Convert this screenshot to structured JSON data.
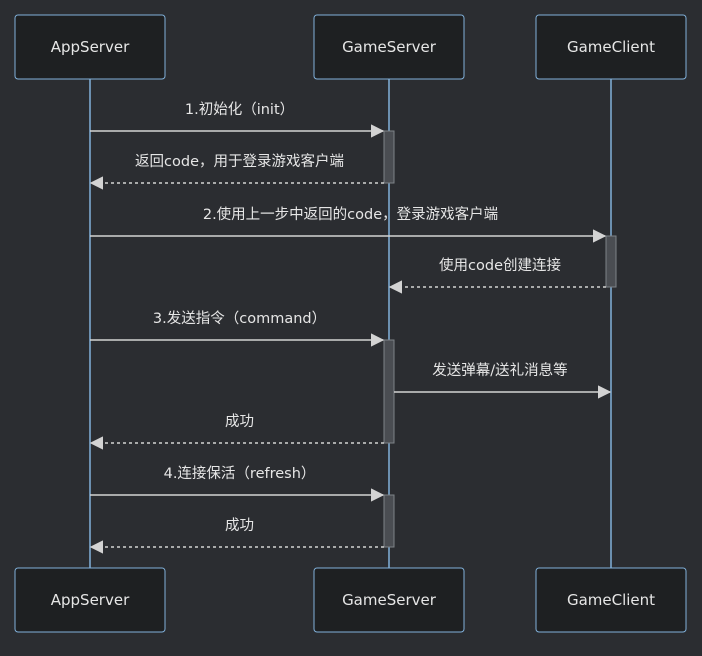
{
  "participants": [
    {
      "id": "app",
      "label": "AppServer"
    },
    {
      "id": "game",
      "label": "GameServer"
    },
    {
      "id": "client",
      "label": "GameClient"
    }
  ],
  "messages": [
    {
      "from": "app",
      "to": "game",
      "style": "solid",
      "label": "1.初始化（init）"
    },
    {
      "from": "game",
      "to": "app",
      "style": "dashed",
      "label": "返回code，用于登录游戏客户端"
    },
    {
      "from": "app",
      "to": "client",
      "style": "solid",
      "label": "2.使用上一步中返回的code，登录游戏客户端"
    },
    {
      "from": "client",
      "to": "game",
      "style": "dashed",
      "label": "使用code创建连接"
    },
    {
      "from": "app",
      "to": "game",
      "style": "solid",
      "label": "3.发送指令（command）"
    },
    {
      "from": "game",
      "to": "client",
      "style": "solid",
      "label": "发送弹幕/送礼消息等"
    },
    {
      "from": "game",
      "to": "app",
      "style": "dashed",
      "label": "成功"
    },
    {
      "from": "app",
      "to": "game",
      "style": "solid",
      "label": "4.连接保活（refresh）"
    },
    {
      "from": "game",
      "to": "app",
      "style": "dashed",
      "label": "成功"
    }
  ],
  "activations": [
    {
      "participant": "game",
      "from_message": 0,
      "to_message": 1
    },
    {
      "participant": "client",
      "from_message": 2,
      "to_message": 3
    },
    {
      "participant": "game",
      "from_message": 4,
      "to_message": 6
    },
    {
      "participant": "game",
      "from_message": 7,
      "to_message": 8
    }
  ],
  "colors": {
    "background": "#2b2d31",
    "box_fill": "#1e2022",
    "box_stroke": "#81b1db",
    "lifeline": "#81b1db",
    "arrow": "#d3d3d3",
    "text": "#e6e6e6",
    "activation_fill": "#4a4d52",
    "activation_stroke": "#7d8288"
  }
}
